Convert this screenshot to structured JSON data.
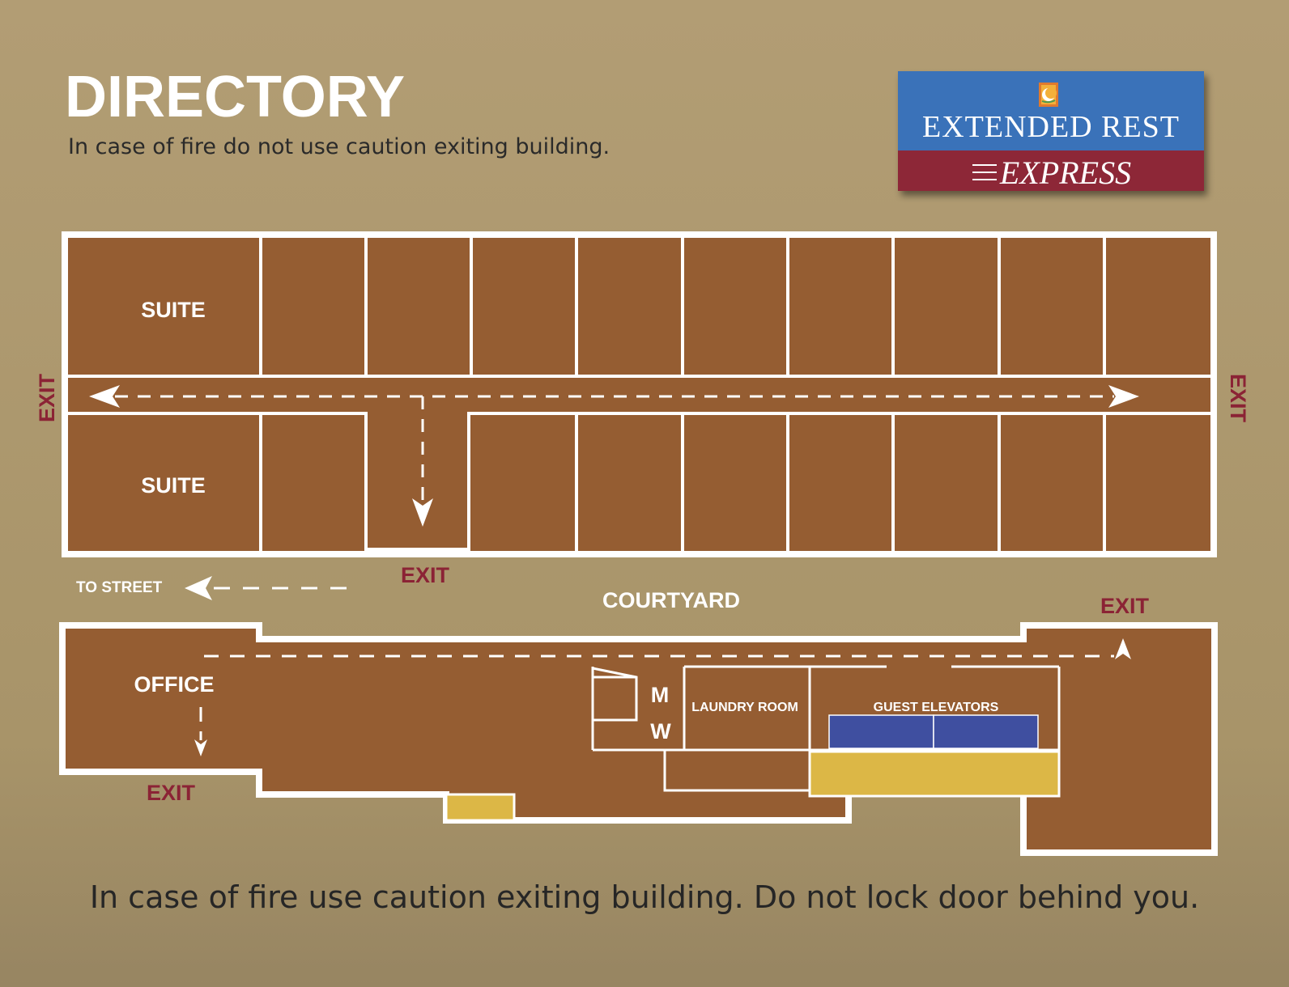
{
  "header": {
    "title": "DIRECTORY",
    "subtitle": "In case of fire do not use caution exiting building."
  },
  "logo": {
    "name": "EXTENDED REST",
    "sub": "EXPRESS",
    "mark_icon": "crescent-moon-icon",
    "lines_icon": "speed-lines-icon"
  },
  "map": {
    "suite_top": "SUITE",
    "suite_bottom": "SUITE",
    "exit_left": "EXIT",
    "exit_right": "EXIT",
    "exit_middle": "EXIT",
    "exit_office": "EXIT",
    "exit_courtyard_right": "EXIT",
    "to_street": "TO STREET",
    "courtyard": "COURTYARD",
    "office": "OFFICE",
    "restroom_men": "M",
    "restroom_women": "W",
    "laundry": "LAUNDRY ROOM",
    "elevators": "GUEST ELEVATORS"
  },
  "footer": {
    "text": "In case of fire use caution exiting building. Do not lock door behind you."
  },
  "colors": {
    "background_top": "#b29d73",
    "background_bottom": "#988663",
    "room_fill": "#955d32",
    "walls": "#ffffff",
    "exit_text": "#8b2335",
    "elevator_blue": "#3f4fa0",
    "yellow_area": "#dcb746",
    "logo_blue": "#3a72b9",
    "logo_red": "#8d2737"
  }
}
